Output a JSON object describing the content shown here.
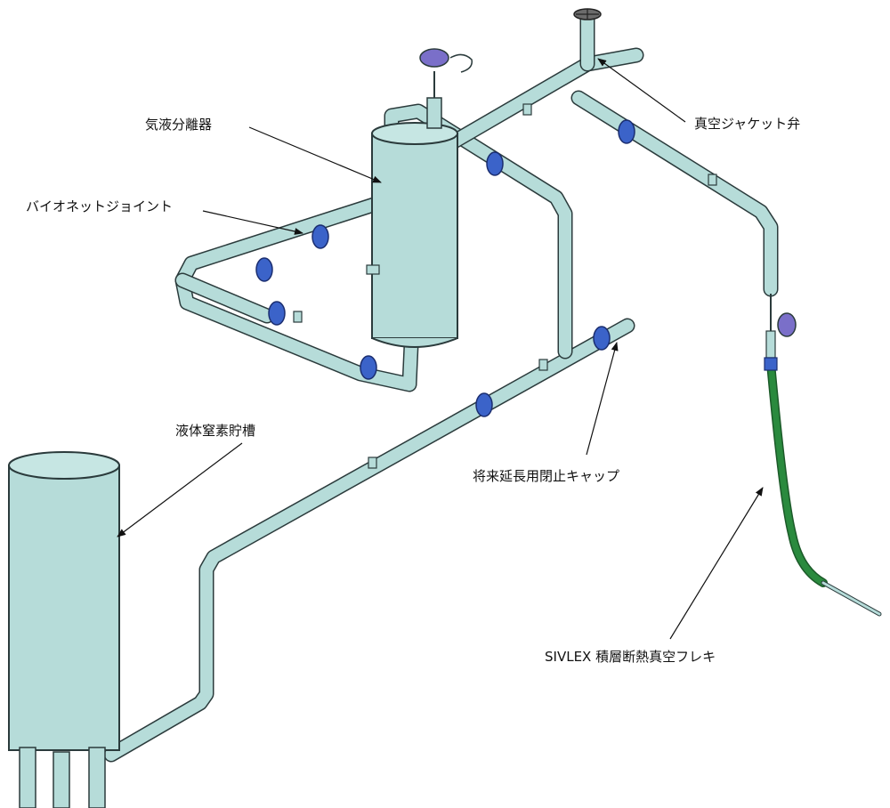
{
  "labels": {
    "separator": "気液分離器",
    "bayonet_joint": "バイオネットジョイント",
    "vacuum_jacket_valve": "真空ジャケット弁",
    "ln2_tank": "液体窒素貯槽",
    "end_cap": "将来延長用閉止キャップ",
    "flex_hose": "SIVLEX  積層断熱真空フレキ"
  },
  "colors": {
    "pipe_fill": "#b6dcd9",
    "outline": "#2b3b3c",
    "joint_blue": "#3b63c9",
    "valve_handwheel": "#7a6fc9",
    "flex_green": "#2a8a3e"
  }
}
